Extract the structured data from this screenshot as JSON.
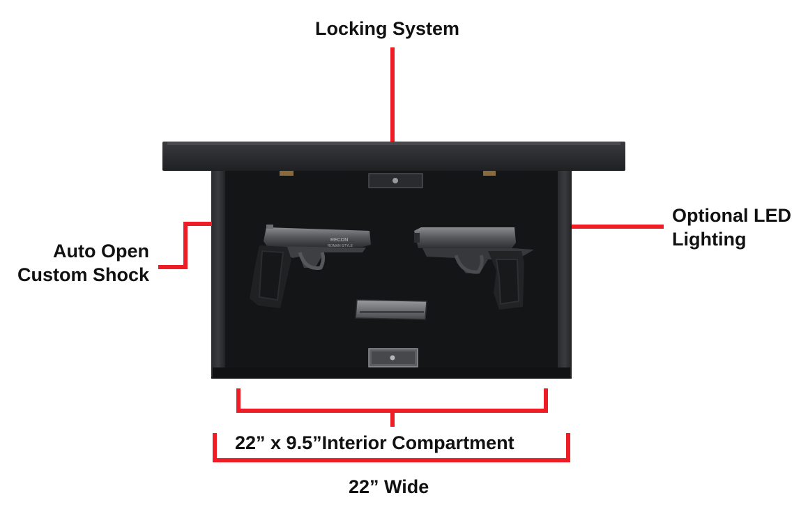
{
  "annotations": {
    "top": "Locking System",
    "left": [
      "Auto Open",
      "Custom Shock"
    ],
    "right": [
      "Optional LED",
      "Lighting"
    ],
    "interior": "22” x 9.5”Interior Compartment",
    "width": "22” Wide"
  },
  "pistol_left_markings": [
    "RECON",
    "ROMAN·STYLE"
  ],
  "colors": {
    "callout": "#ee1c25",
    "wood": "#2f3033",
    "felt": "#151618",
    "metal": "#6b6d70"
  }
}
